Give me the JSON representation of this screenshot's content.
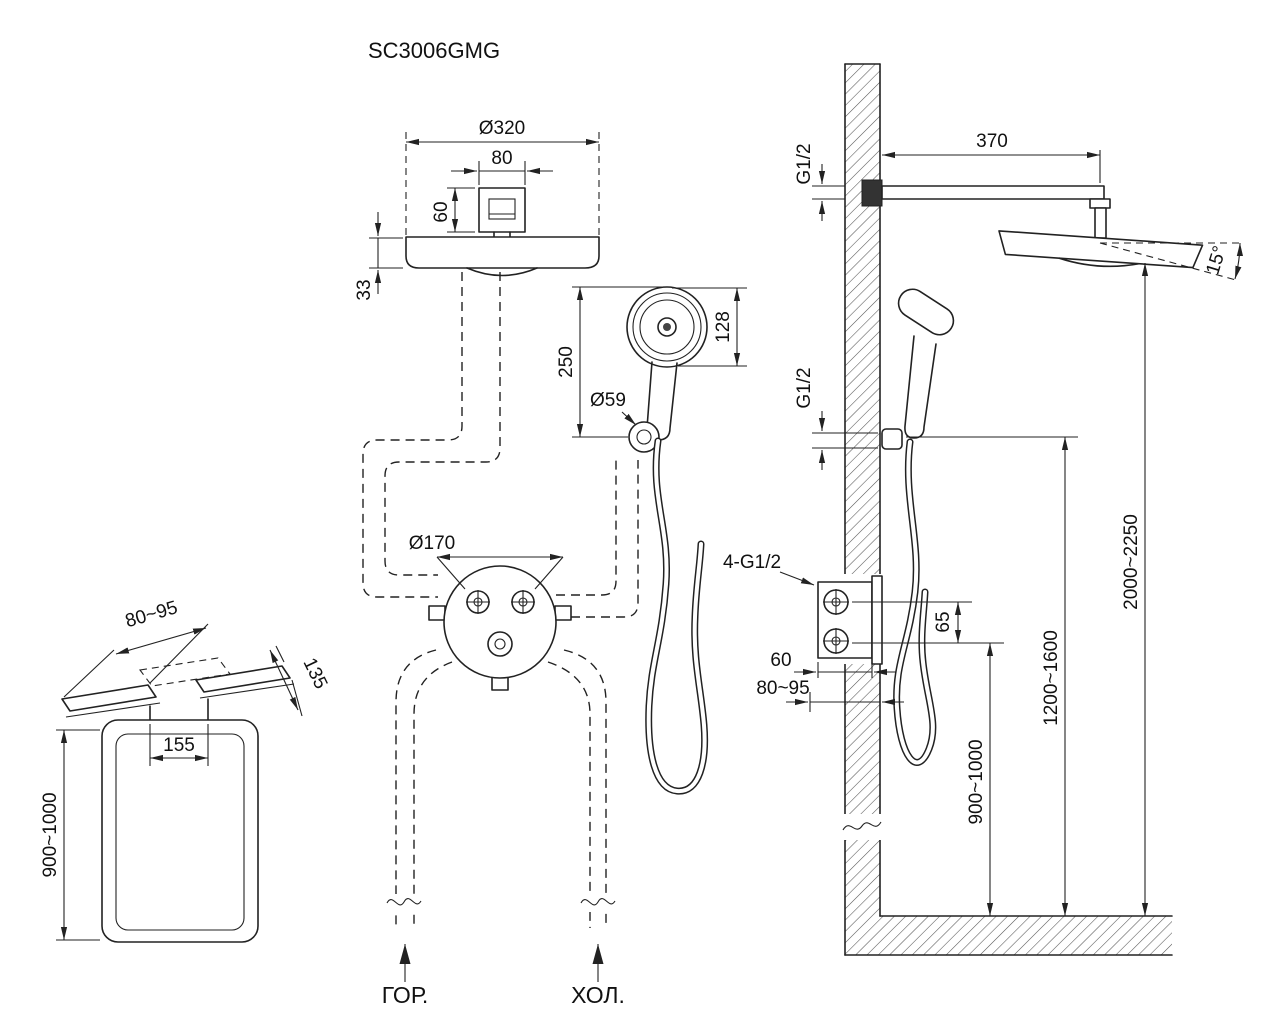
{
  "title": "SC3006GMG",
  "front": {
    "head_diameter": "Ø320",
    "mount_width": "80",
    "mount_height": "60",
    "head_thickness": "33",
    "handshower_length": "250",
    "handshower_head": "128",
    "holder_diameter": "Ø59",
    "mixer_plate_diameter": "Ø170",
    "hot_label": "ГОР.",
    "cold_label": "ХОЛ."
  },
  "bracket": {
    "depth_range": "80~95",
    "flange_width": "135",
    "hole_spacing": "155",
    "mount_height_range": "900~1000"
  },
  "side": {
    "arm_length": "370",
    "arm_thread": "G1/2",
    "tilt_angle": "15°",
    "holder_thread": "G1/2",
    "valve_threads": "4-G1/2",
    "outlet_spacing": "65",
    "valve_depth": "60",
    "embed_depth_range": "80~95",
    "valve_height_range": "900~1000",
    "holder_height_range": "1200~1600",
    "head_height_range": "2000~2250"
  }
}
